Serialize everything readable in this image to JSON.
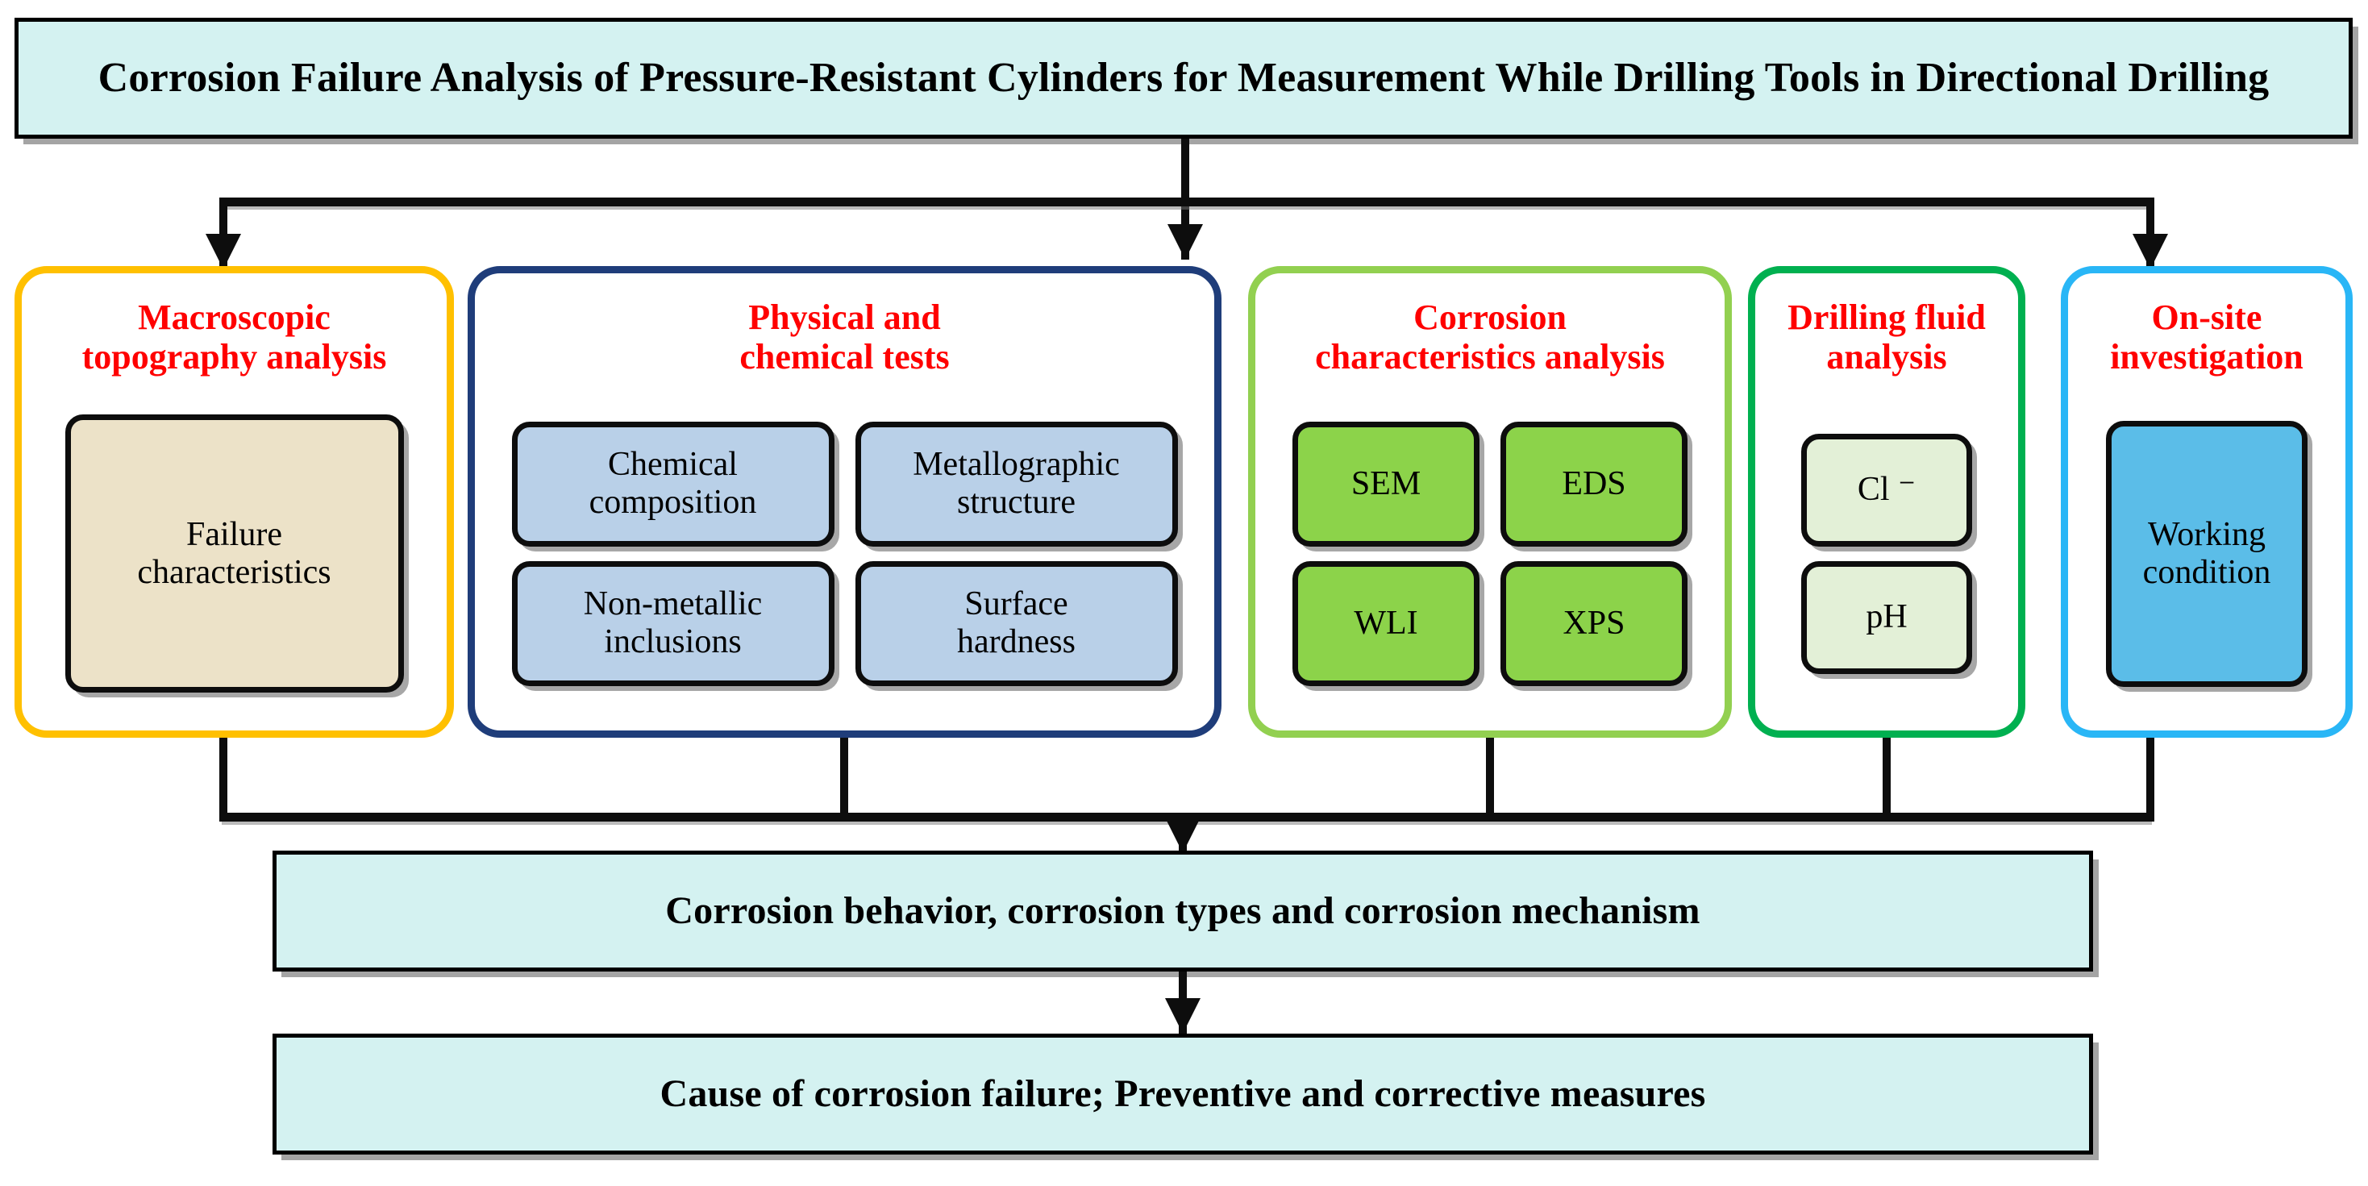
{
  "title": {
    "text": "Corrosion Failure Analysis of Pressure-Resistant Cylinders for Measurement While Drilling Tools in Directional Drilling"
  },
  "categories": [
    {
      "id": "macro",
      "title": "Macroscopic\ntopography analysis",
      "border_color": "#FFC000",
      "leaf_fill": "#ECE2C8",
      "items": [
        "Failure\ncharacteristics"
      ]
    },
    {
      "id": "physchem",
      "title": "Physical and\nchemical tests",
      "border_color": "#1F3D7A",
      "leaf_fill": "#B9D0E8",
      "items": [
        "Chemical\ncomposition",
        "Metallographic\nstructure",
        "Non-metallic\ninclusions",
        "Surface\nhardness"
      ]
    },
    {
      "id": "corrosion",
      "title": "Corrosion\ncharacteristics analysis",
      "border_color": "#92D050",
      "leaf_fill": "#8CD34A",
      "items": [
        "SEM",
        "EDS",
        "WLI",
        "XPS"
      ]
    },
    {
      "id": "fluid",
      "title": "Drilling fluid\nanalysis",
      "border_color": "#00B050",
      "leaf_fill": "#E3F0D7",
      "items": [
        "Cl ⁻",
        "pH"
      ]
    },
    {
      "id": "onsite",
      "title": "On-site\ninvestigation",
      "border_color": "#29B6F6",
      "leaf_fill": "#5BBDE8",
      "items": [
        "Working\ncondition"
      ]
    }
  ],
  "result_banner": {
    "text": "Corrosion behavior, corrosion types and corrosion mechanism"
  },
  "conclusion_banner": {
    "text": "Cause of corrosion failure; Preventive and corrective measures"
  },
  "colors": {
    "banner_fill": "#D4F2F1",
    "banner_border": "#000000",
    "category_title_text": "#FF0000",
    "connector": "#0D0D0D",
    "page_background": "#FFFFFF"
  }
}
